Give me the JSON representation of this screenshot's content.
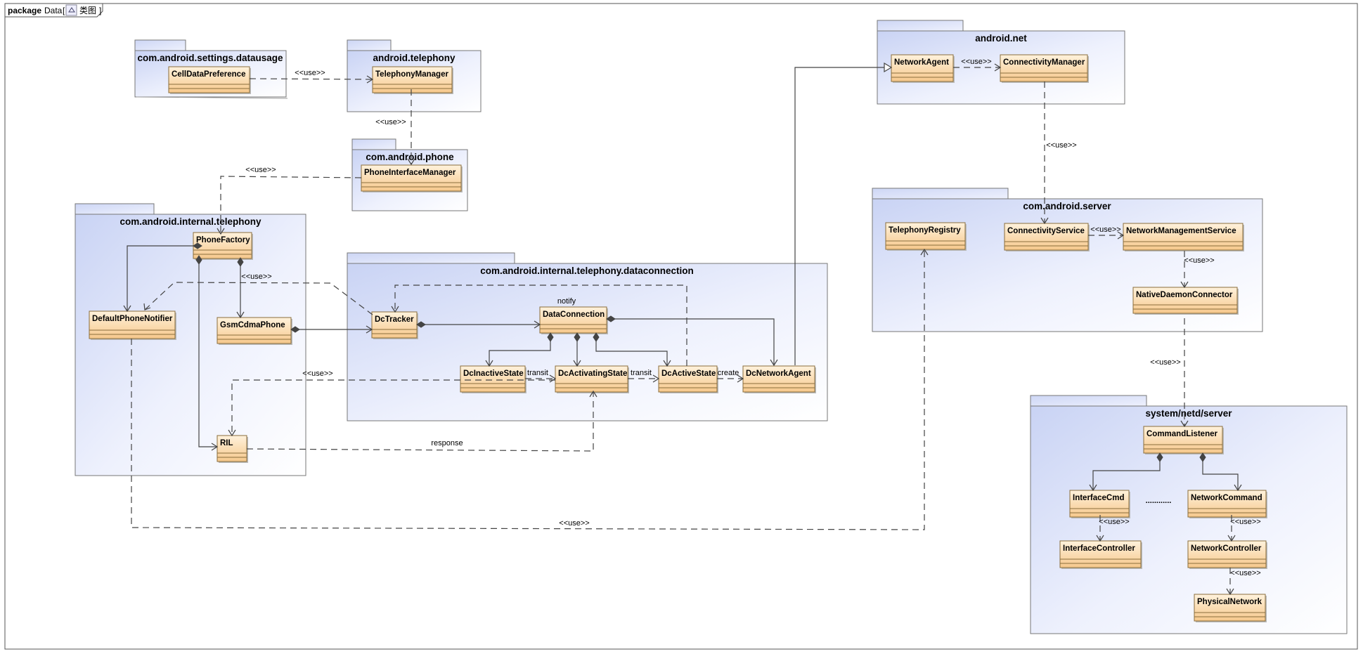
{
  "frame": {
    "keyword": "package",
    "name": "Data",
    "diagram_label": "类图"
  },
  "packages": {
    "datausage": "com.android.settings.datausage",
    "android_telephony": "android.telephony",
    "com_android_phone": "com.android.phone",
    "internal_telephony": "com.android.internal.telephony",
    "dataconnection": "com.android.internal.telephony.dataconnection",
    "android_net": "android.net",
    "com_android_server": "com.android.server",
    "netd_server": "system/netd/server"
  },
  "classes": {
    "CellDataPreference": "CellDataPreference",
    "TelephonyManager": "TelephonyManager",
    "PhoneInterfaceManager": "PhoneInterfaceManager",
    "PhoneFactory": "PhoneFactory",
    "DefaultPhoneNotifier": "DefaultPhoneNotifier",
    "GsmCdmaPhone": "GsmCdmaPhone",
    "RIL": "RIL",
    "DcTracker": "DcTracker",
    "DataConnection": "DataConnection",
    "DcInactiveState": "DcInactiveState",
    "DcActivatingState": "DcActivatingState",
    "DcActiveState": "DcActiveState",
    "DcNetworkAgent": "DcNetworkAgent",
    "NetworkAgent": "NetworkAgent",
    "ConnectivityManager": "ConnectivityManager",
    "TelephonyRegistry": "TelephonyRegistry",
    "ConnectivityService": "ConnectivityService",
    "NetworkManagementService": "NetworkManagementService",
    "NativeDaemonConnector": "NativeDaemonConnector",
    "CommandListener": "CommandListener",
    "InterfaceCmd": "InterfaceCmd",
    "NetworkCommand": "NetworkCommand",
    "InterfaceController": "InterfaceController",
    "NetworkController": "NetworkController",
    "PhysicalNetwork": "PhysicalNetwork"
  },
  "labels": {
    "use": "<<use>>",
    "notify": "notify",
    "transit": "transit",
    "create": "create",
    "response": "response",
    "ellipsis": "............"
  },
  "colors": {
    "package_fill_light": "#f4f6ff",
    "package_fill_dark": "#c9d3f4",
    "class_fill_light": "#fff1d6",
    "class_fill_dark": "#f6c88c"
  }
}
